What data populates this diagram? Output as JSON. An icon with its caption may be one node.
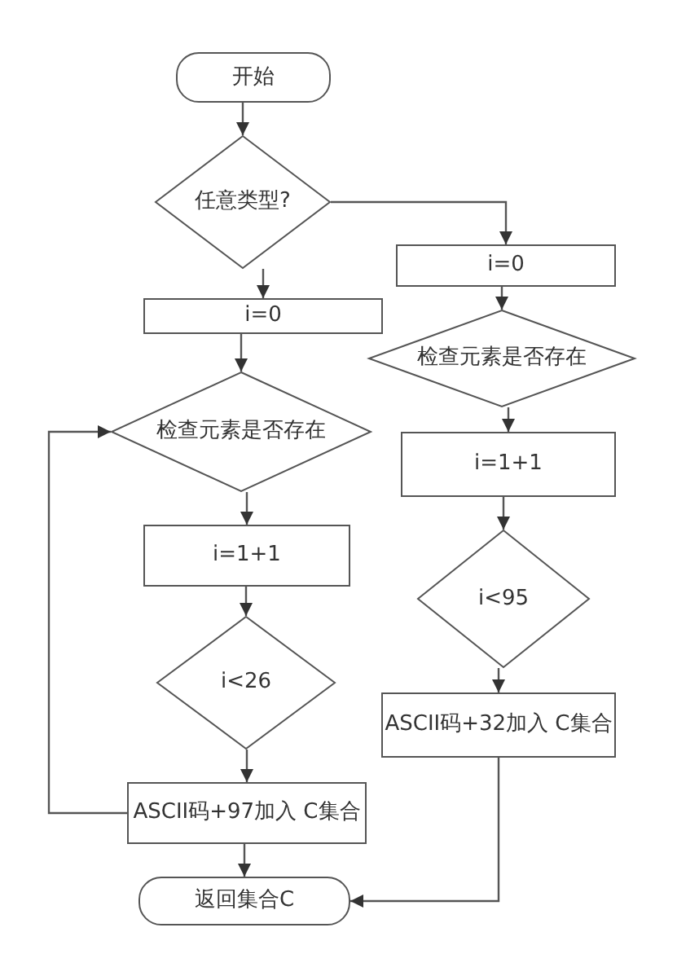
{
  "diagram": {
    "nodes": [
      {
        "text": [
          "开始"
        ]
      },
      {
        "text": [
          "任意类型?"
        ]
      },
      {
        "text": [
          "i=0"
        ]
      },
      {
        "text": [
          "检查元素是否存在"
        ]
      },
      {
        "text": [
          "i=1+1"
        ]
      },
      {
        "text": [
          "i<26"
        ]
      },
      {
        "text": [
          "ASCII码+97加入 C集合"
        ]
      },
      {
        "text": [
          "返回集合C"
        ]
      },
      {
        "text": [
          "i=0"
        ]
      },
      {
        "text": [
          "检查元素是否存在"
        ]
      },
      {
        "text": [
          "i=1+1"
        ]
      },
      {
        "text": [
          "i<95"
        ]
      },
      {
        "text": [
          "ASCII码+32加入 C集合"
        ]
      }
    ],
    "edges": [
      {
        "from": 0,
        "to": 1,
        "arrow": "to"
      },
      {
        "from": 1,
        "to": 2,
        "arrow": "to"
      },
      {
        "from": 1,
        "to": 8,
        "arrow": "to"
      },
      {
        "from": 2,
        "to": 3,
        "arrow": "to"
      },
      {
        "from": 3,
        "to": 4,
        "arrow": "to"
      },
      {
        "from": 4,
        "to": 5,
        "arrow": "to"
      },
      {
        "from": 5,
        "to": 6,
        "arrow": "to"
      },
      {
        "from": 6,
        "to": 3,
        "arrow": "to"
      },
      {
        "from": 6,
        "to": 7,
        "arrow": "to"
      },
      {
        "from": 8,
        "to": 9,
        "arrow": "to"
      },
      {
        "from": 9,
        "to": 10,
        "arrow": "to"
      },
      {
        "from": 10,
        "to": 11,
        "arrow": "to"
      },
      {
        "from": 11,
        "to": 12,
        "arrow": "to"
      },
      {
        "from": 12,
        "to": 7,
        "arrow": "to"
      }
    ]
  }
}
